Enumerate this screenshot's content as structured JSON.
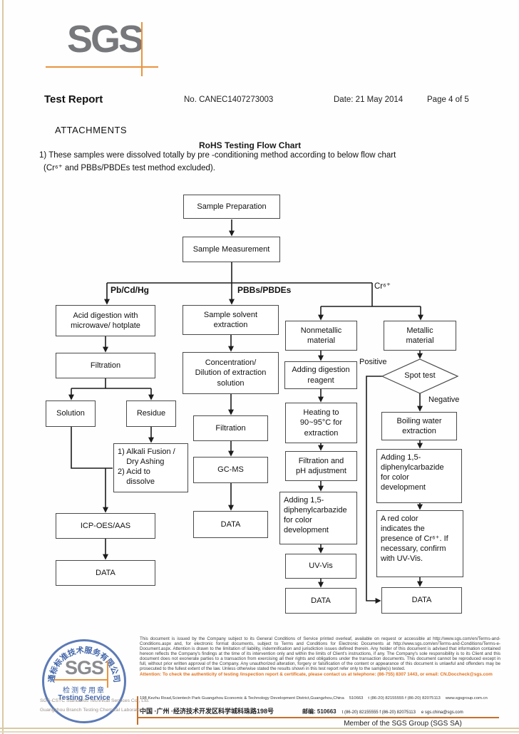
{
  "header": {
    "logo_text": "SGS",
    "title": "Test Report",
    "report_no": "No. CANEC1407273003",
    "date": "Date: 21 May 2014",
    "page_info": "Page 4 of 5"
  },
  "attachments": {
    "section_title": "ATTACHMENTS",
    "chart_title": "RoHS Testing Flow Chart",
    "note_line1": "1) These samples were dissolved totally by pre -conditioning method according to below flow chart",
    "note_line2": "(Cr⁶⁺ and PBBs/PBDEs test method excluded)."
  },
  "flowchart": {
    "sample_preparation": "Sample Preparation",
    "sample_measurement": "Sample Measurement",
    "branch_pb_cd_hg": "Pb/Cd/Hg",
    "branch_pbbs_pbdes": "PBBs/PBDEs",
    "branch_cr6": "Cr⁶⁺",
    "acid_digestion": "Acid digestion with\nmicrowave/ hotplate",
    "filtration_left": "Filtration",
    "solution": "Solution",
    "residue": "Residue",
    "alkali": "1) Alkali Fusion /\n    Dry Ashing\n2) Acid to\n    dissolve",
    "icp": "ICP-OES/AAS",
    "data_left": "DATA",
    "solvent_extraction": "Sample solvent\nextraction",
    "concentration": "Concentration/\nDilution of extraction\nsolution",
    "filtration_mid": "Filtration",
    "gcms": "GC-MS",
    "data_mid": "DATA",
    "nonmetallic": "Nonmetallic\nmaterial",
    "adding_reagent": "Adding digestion\nreagent",
    "heating": "Heating to\n90~95°C for\nextraction",
    "filtration_ph": "Filtration and\npH adjustment",
    "carbazide_nonmetal": "Adding 1,5-\ndiphenylcarbazide\nfor color\ndevelopment",
    "uvvis": "UV-Vis",
    "data_nonmetal": "DATA",
    "metallic": "Metallic\nmaterial",
    "spot_test": "Spot test",
    "positive_label": "Positive",
    "negative_label": "Negative",
    "boiling": "Boiling water\nextraction",
    "carbazide_metal": "Adding 1,5-\ndiphenylcarbazide\nfor color\ndevelopment",
    "red_color": "A red color\nindicates the\npresence of Cr⁶⁺. If\nnecessary, confirm\nwith UV-Vis.",
    "data_metal": "DATA"
  },
  "footer": {
    "stamp": {
      "arc_text": "通标标准技术服务有限公司",
      "logo_text": "SGS",
      "line_cn": "检测专用章",
      "line_en": "Testing Service"
    },
    "company_line1": "SGS-CSTC Standards Technical Services Co., Ltd.",
    "company_line2": "Guangzhou Branch Testing Chemical Laboratory",
    "legal_text": "This document is issued by the Company subject to its General Conditions of Service printed overleaf, available on request or accessible at http://www.sgs.com/en/Terms-and-Conditions.aspx and, for electronic format documents, subject to Terms and Conditions for Electronic Documents at http://www.sgs.com/en/Terms-and-Conditions/Terms-e-Document.aspx. Attention is drawn to the limitation of liability, indemnification and jurisdiction issues defined therein. Any holder of this document is advised that information contained hereon reflects the Company's findings at the time of its intervention only and within the limits of Client's instructions, if any. The Company's sole responsibility is to its Client and this document does not exonerate parties to a transaction from exercising all their rights and obligations under the transaction documents. This document cannot be reproduced except in full, without prior written approval of the Company. Any unauthorized alteration, forgery or falsification of the content or appearance of this document is unlawful and offenders may be prosecuted to the fullest extent of the law. Unless otherwise stated the results shown in this test report refer only to the sample(s) tested.",
    "attention_text": "Attention: To check the authenticity of testing /inspection report & certificate, please contact us at telephone: (86-755) 8307 1443, or email: CN.Doccheck@sgs.com",
    "address_en": "198 Kezhu Road,Scientech Park Guangzhou Economic & Technology Development District,Guangzhou,China",
    "postal_en": "510663",
    "contact_en": "t (86-20) 82155555   f (86-20) 82075113",
    "web_en": "www.sgsgroup.com.cn",
    "address_cn": "中国 ·广州 ·经济技术开发区科学城科珠路198号",
    "postal_label_cn": "邮编: 510663",
    "contact_cn": "t (86-20) 82155555   f (86-20) 82075113",
    "email_cn": "e  sgs.china@sgs.com",
    "member_text": "Member of the SGS Group (SGS SA)"
  }
}
